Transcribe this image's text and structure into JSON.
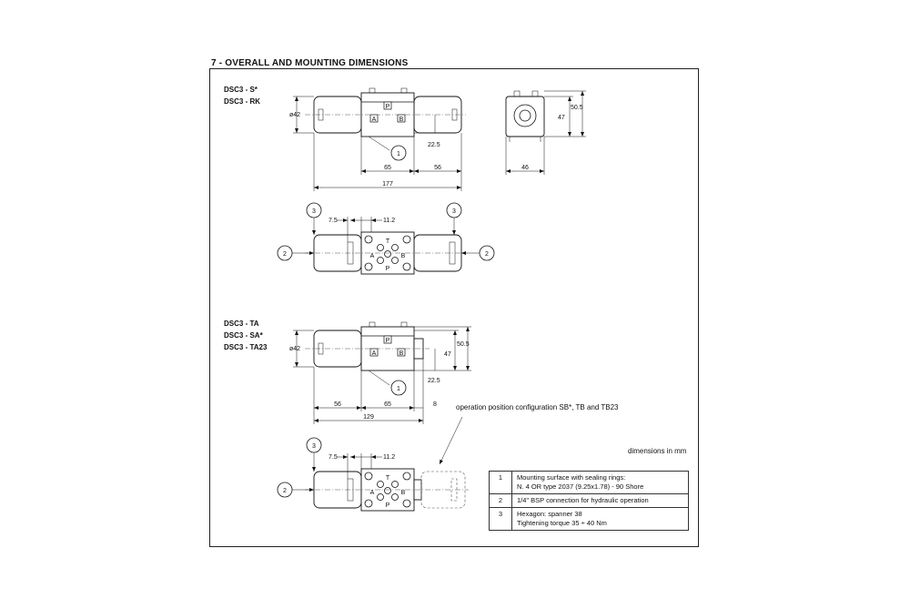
{
  "title": "7 - OVERALL AND MOUNTING DIMENSIONS",
  "groups": [
    {
      "models": [
        "DSC3 - S*",
        "DSC3 - RK"
      ]
    },
    {
      "models": [
        "DSC3 - TA",
        "DSC3 - SA*",
        "DSC3 - TA23"
      ]
    }
  ],
  "dimensions": {
    "dia": "ø42",
    "d65": "65",
    "d56": "56",
    "d177": "177",
    "d22_5": "22.5",
    "d50_5": "50.5",
    "d47": "47",
    "d46": "46",
    "d7_5": "7.5",
    "d11_2": "11.2",
    "d8": "8",
    "d129": "129"
  },
  "port_labels": {
    "p": "P",
    "a": "A",
    "b": "B",
    "t": "T"
  },
  "callouts": {
    "c1": "1",
    "c2": "2",
    "c3": "3"
  },
  "notes": {
    "operation": "operation position configuration SB*, TB and TB23",
    "units": "dimensions in mm"
  },
  "legend": [
    {
      "num": "1",
      "lines": [
        "Mounting surface with sealing rings:",
        "N. 4 OR type 2037 (9.25x1.78) - 90 Shore"
      ]
    },
    {
      "num": "2",
      "lines": [
        "1/4\" BSP connection for hydraulic operation"
      ]
    },
    {
      "num": "3",
      "lines": [
        "Hexagon: spanner 38",
        "Tightening torque 35 ÷ 40 Nm"
      ]
    }
  ]
}
